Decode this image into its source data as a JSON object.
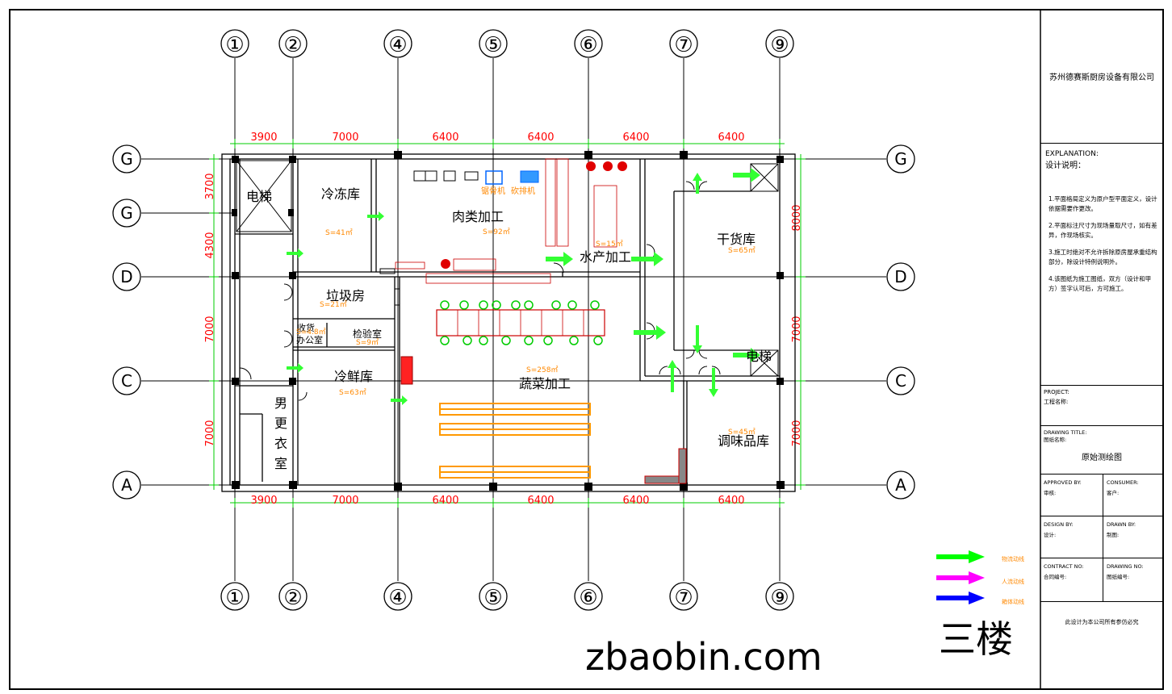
{
  "axes": {
    "top_labels": [
      "①",
      "②",
      "④",
      "⑤",
      "⑥",
      "⑦",
      "⑨"
    ],
    "bottom_labels": [
      "①",
      "②",
      "④",
      "⑤",
      "⑥",
      "⑦",
      "⑨"
    ],
    "left_labels": [
      "G",
      "G",
      "D",
      "C",
      "A"
    ],
    "right_labels": [
      "G",
      "D",
      "C",
      "A"
    ]
  },
  "dimensions": {
    "top": [
      "3900",
      "7000",
      "6400",
      "6400",
      "6400",
      "6400"
    ],
    "bottom": [
      "3900",
      "7000",
      "6400",
      "6400",
      "6400",
      "6400"
    ],
    "left": [
      "3700",
      "4300",
      "7000",
      "7000"
    ],
    "right": [
      "8000",
      "7000",
      "7000"
    ]
  },
  "rooms": {
    "elevator_left": "电梯",
    "freezer": {
      "name": "冷冻库",
      "area": "S=41㎡"
    },
    "meat": {
      "name": "肉类加工",
      "area": "S=92㎡"
    },
    "seafood": {
      "name": "水产加工",
      "area": "S=15㎡"
    },
    "dry_goods": {
      "name": "干货库",
      "area": "S=65㎡"
    },
    "garbage": {
      "name": "垃圾房",
      "area": "S=21㎡"
    },
    "receiving": {
      "name_line1": "收货",
      "name_line2": "办公室",
      "area": "S=4.8㎡"
    },
    "inspection": {
      "name": "检验室",
      "area": "S=9㎡"
    },
    "cold_storage": {
      "name": "冷鲜库",
      "area": "S=63㎡"
    },
    "vegetable": {
      "name": "蔬菜加工",
      "area": "S=258㎡"
    },
    "changing": {
      "name_chars": [
        "男",
        "更",
        "衣",
        "室"
      ]
    },
    "seasoning": {
      "name": "调味品库",
      "area": "S=45㎡"
    },
    "elevator_right": "电梯"
  },
  "equipment": {
    "bone_saw": "锯骨机",
    "steak_machine": "砍排机"
  },
  "legend": [
    {
      "label": "物流动线",
      "color": "#00ff00"
    },
    {
      "label": "人流动线",
      "color": "#ff00ff"
    },
    {
      "label": "箱体动线",
      "color": "#0000ff"
    }
  ],
  "floor_label": "三楼",
  "watermark": "zbaobin.com",
  "title_block": {
    "company": "苏州德赛斯厨房设备有限公司",
    "explanation_en": "EXPLANATION:",
    "explanation_cn": "设计说明：",
    "notes": [
      "1.平面格局定义为原户型平面定义，设计依据需要作更改。",
      "2.平面标注尺寸为现场量取尺寸，如有差异，作现场核实。",
      "3.施工时绝对不允许拆除原房屋承重结构部分，除设计特例说明外。",
      "4.该图纸为施工图纸，双方（设计和甲方）签字认可后，方可施工。"
    ],
    "project_en": "PROJECT:",
    "project_cn": "工程名称:",
    "drawing_title_en": "DRAWING TITLE:",
    "drawing_title_cn": "图纸名称:",
    "drawing_title_value": "原始测绘图",
    "approved_en": "APPROVED BY:",
    "approved_cn": "审核:",
    "consumer_en": "CONSUMER:",
    "consumer_cn": "客户:",
    "design_en": "DESIGN BY:",
    "design_cn": "设计:",
    "drawn_en": "DRAWN BY:",
    "drawn_cn": "制图:",
    "contract_en": "CONTRACT NO:",
    "contract_cn": "合同编号:",
    "drawing_no_en": "DRAWING NO:",
    "drawing_no_cn": "图纸编号:",
    "footer": "此设计为本公司所有参仿必究"
  }
}
